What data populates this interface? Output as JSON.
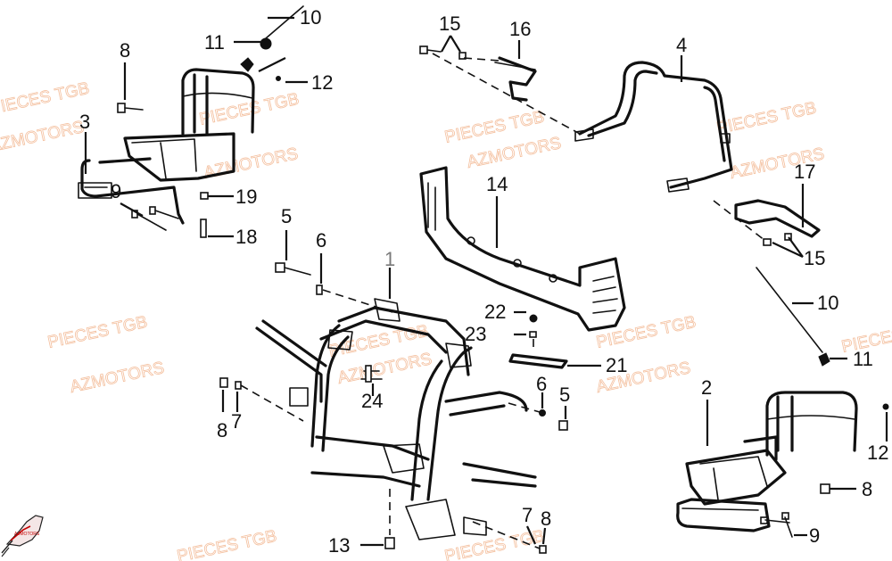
{
  "callouts": {
    "c1": "1",
    "c2": "2",
    "c3": "3",
    "c4": "4",
    "c5a": "5",
    "c5b": "5",
    "c6a": "6",
    "c6b": "6",
    "c7a": "7",
    "c7b": "7",
    "c8a": "8",
    "c8b": "8",
    "c8c": "8",
    "c8d": "8",
    "c9a": "9",
    "c9b": "9",
    "c10a": "10",
    "c10b": "10",
    "c11a": "11",
    "c11b": "11",
    "c12a": "12",
    "c12b": "12",
    "c13": "13",
    "c14": "14",
    "c15a": "15",
    "c15b": "15",
    "c16": "16",
    "c17": "17",
    "c18": "18",
    "c19": "19",
    "c21": "21",
    "c22": "22",
    "c23": "23",
    "c24": "24"
  },
  "watermarks": {
    "pieces": "PIECES TGB",
    "azmotors": "AZMOTORS"
  },
  "logo": {
    "text": "AZMOTORS",
    "color": "#c40000"
  },
  "colors": {
    "ink": "#111111",
    "highlight_callout": "#7a7a7a",
    "watermark": "#f2b48d"
  }
}
